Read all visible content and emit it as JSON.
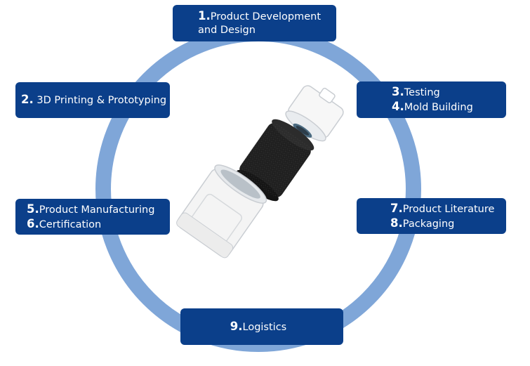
{
  "colors": {
    "box_fill": "#0b3f8a",
    "ring": "#7fa6d8",
    "text": "#ffffff"
  },
  "steps": [
    {
      "num": "1.",
      "label": "Product Development",
      "label_cont": "and Design"
    },
    {
      "num": "2.",
      "label": " 3D Printing & Prototyping"
    },
    {
      "num": "3.",
      "label": "Testing",
      "num2": "4.",
      "label2": "Mold Building"
    },
    {
      "num": "5.",
      "label": "Product Manufacturing",
      "num2": "6.",
      "label2": "Certification"
    },
    {
      "num": "7.",
      "label": "Product Literature",
      "num2": "8.",
      "label2": "Packaging"
    },
    {
      "num": "9.",
      "label": "Logistics"
    }
  ],
  "center_image": {
    "icon": "water-filter-exploded-icon"
  }
}
